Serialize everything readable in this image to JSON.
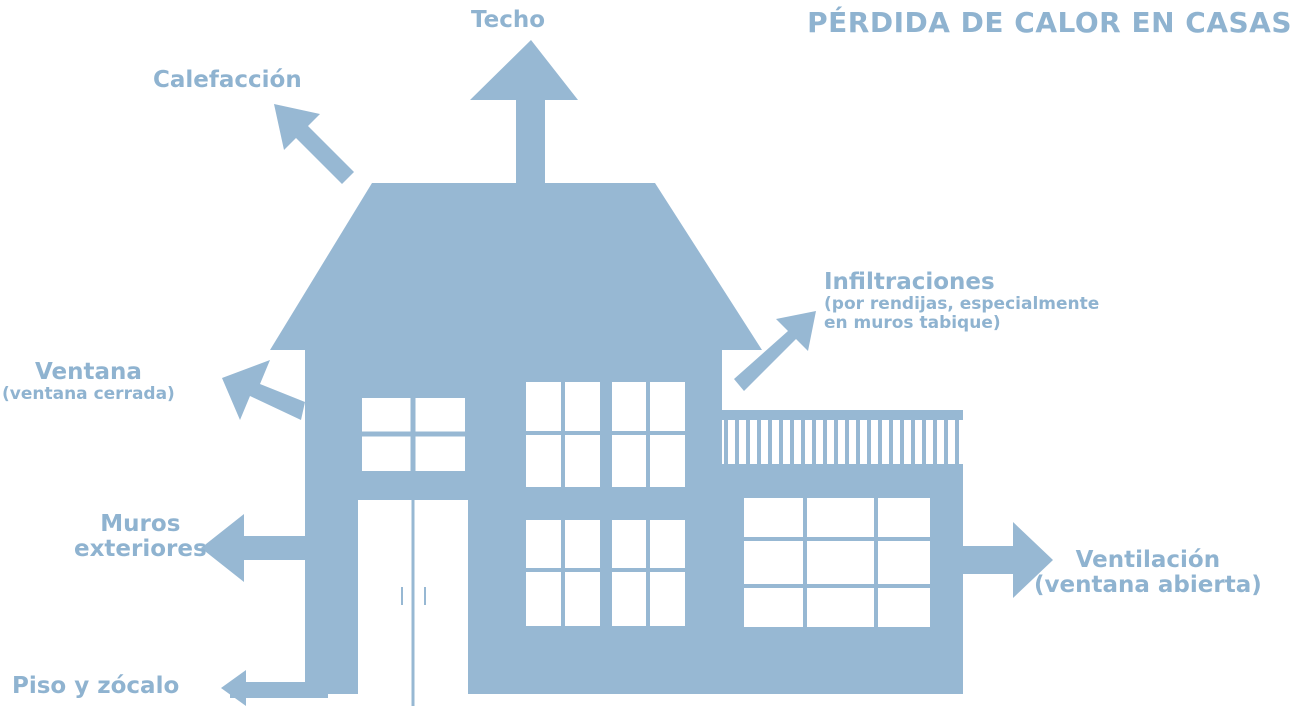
{
  "colors": {
    "house": "#97b8d3",
    "label": "#8fb3d0",
    "title": "#8fb3d0",
    "window": "#ffffff"
  },
  "title": "PÉRDIDA DE CALOR EN CASAS",
  "labels": {
    "techo": "Techo",
    "calefaccion": "Calefacción",
    "infiltraciones": {
      "main": "Infiltraciones",
      "sub_line1": "(por rendijas, especialmente",
      "sub_line2": "en muros tabique)"
    },
    "ventana": {
      "main": "Ventana",
      "sub": "(ventana cerrada)"
    },
    "muros": {
      "line1": "Muros",
      "line2": "exteriores"
    },
    "ventilacion": {
      "main": "Ventilación",
      "sub": "(ventana abierta)"
    },
    "piso": "Piso y zócalo"
  }
}
